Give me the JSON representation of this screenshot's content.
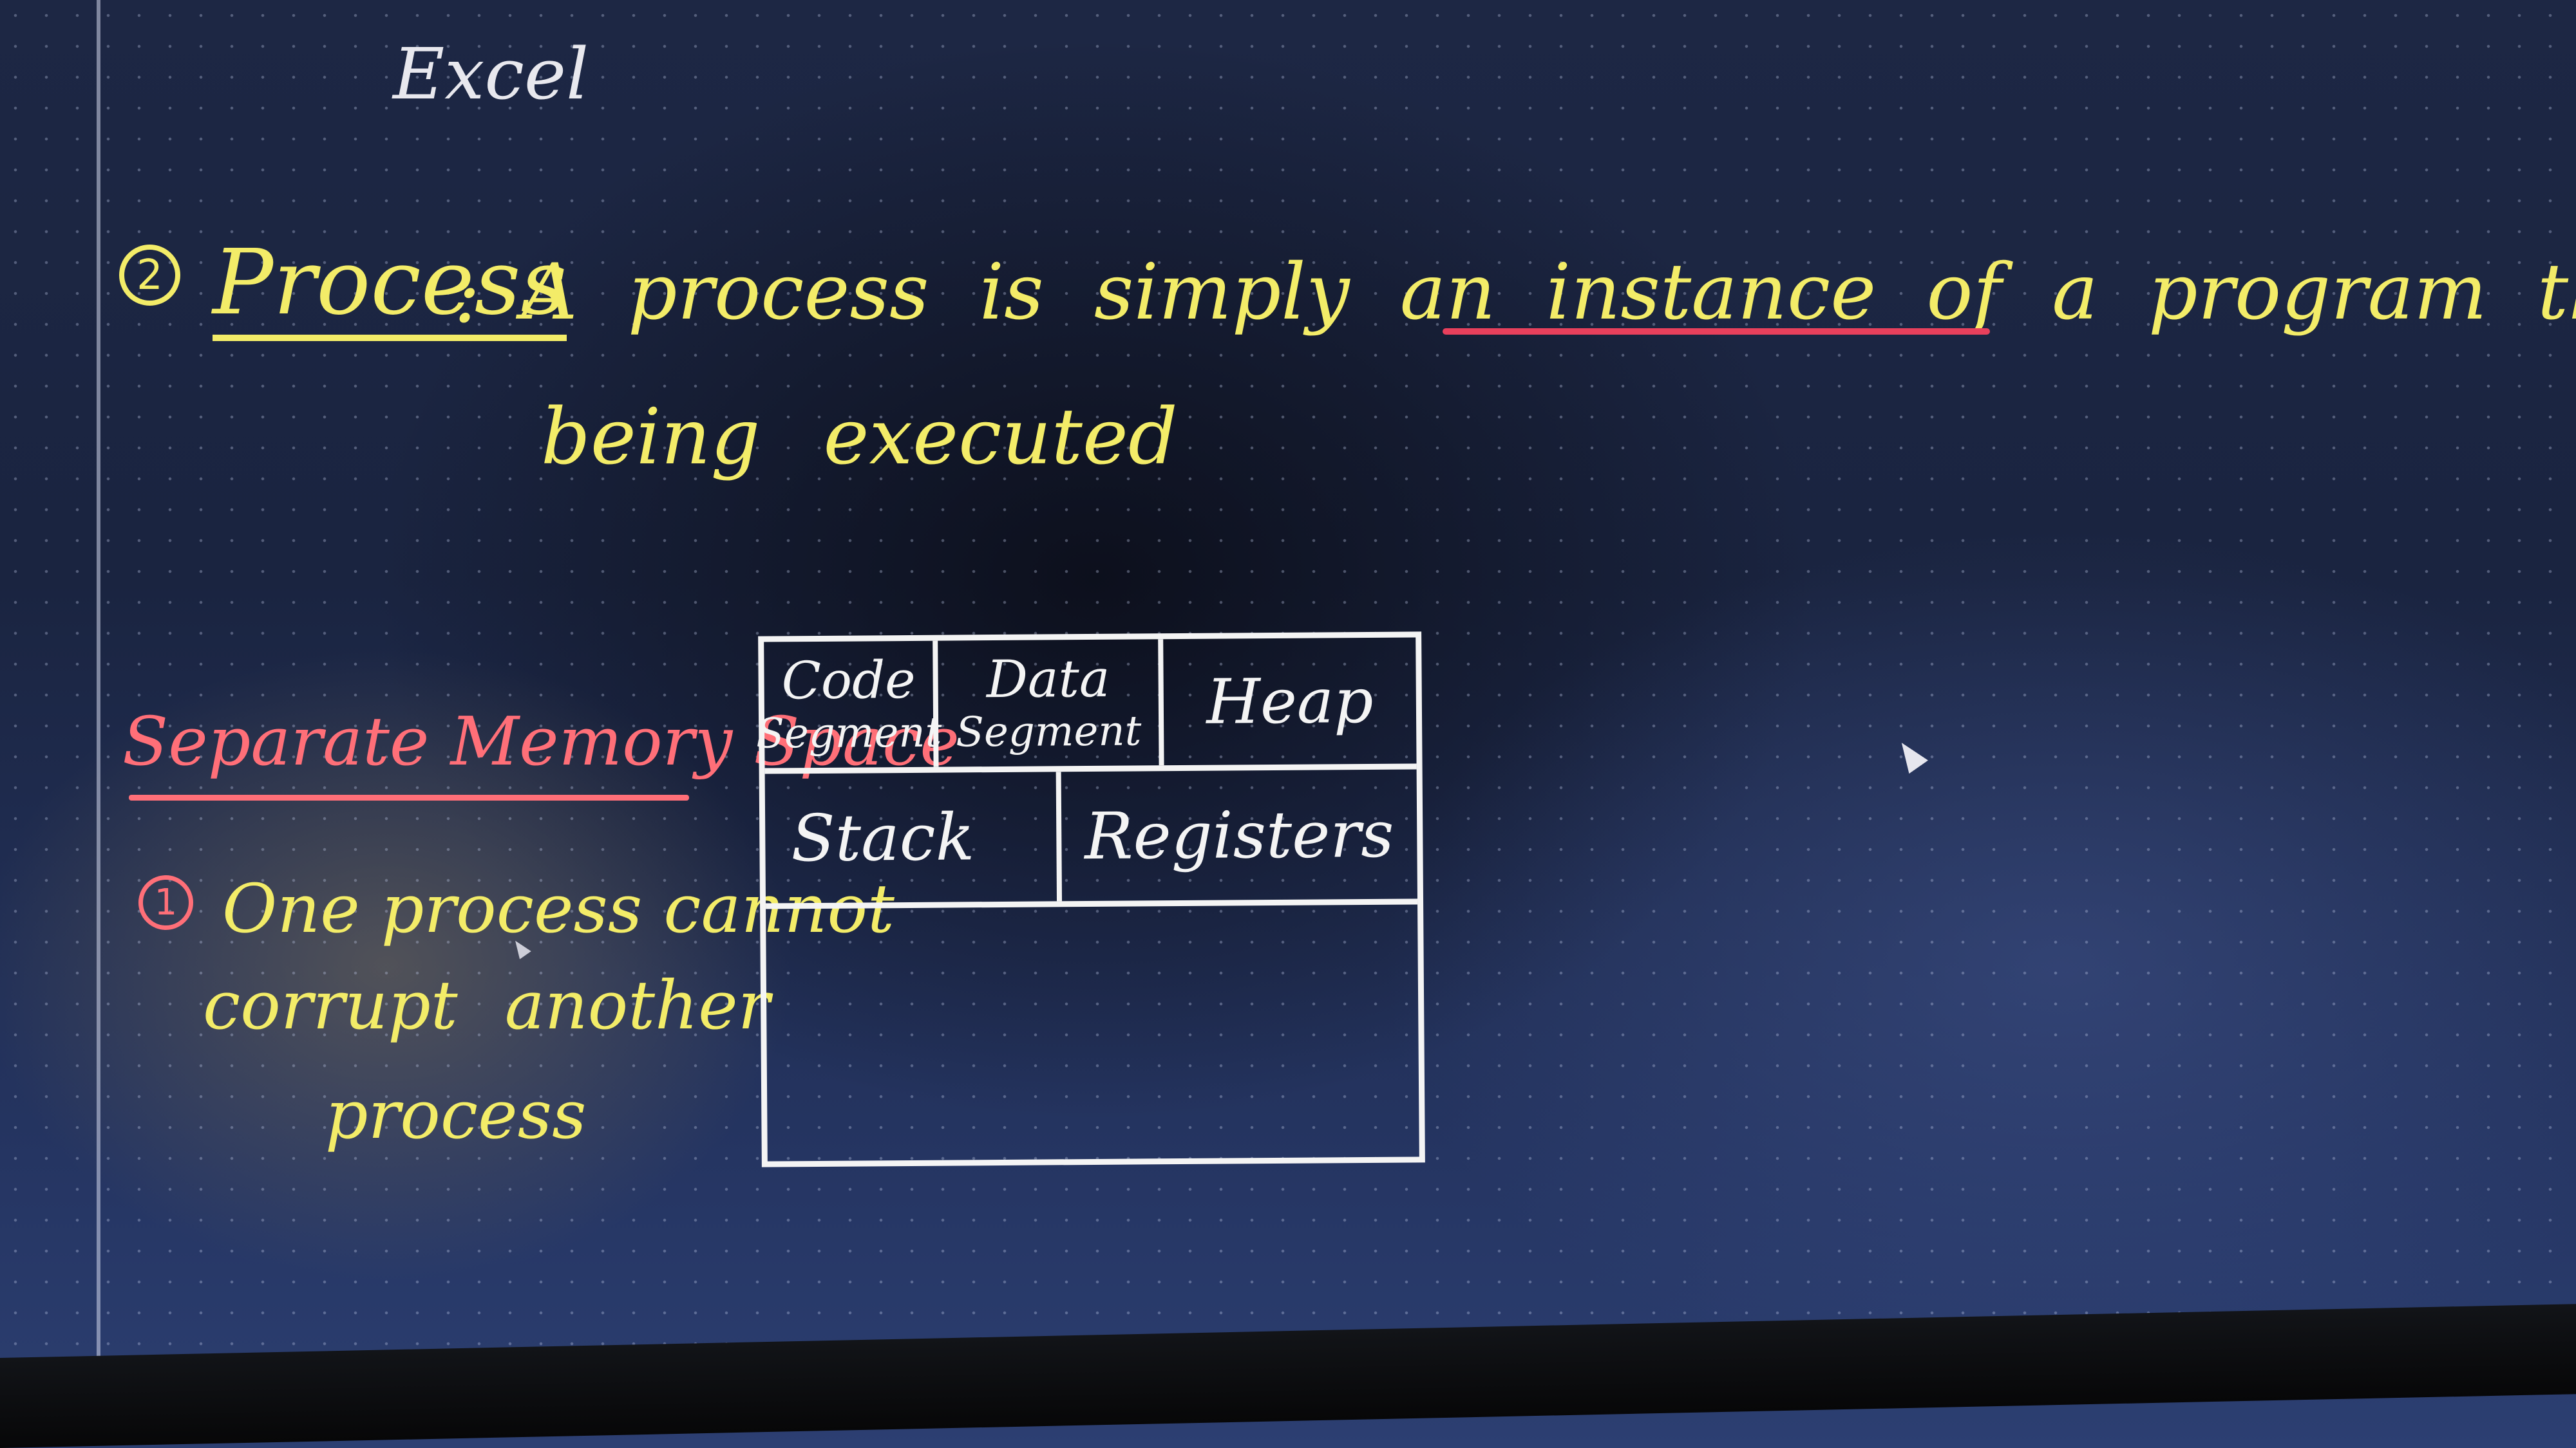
{
  "tab": {
    "title": "Excel"
  },
  "definition": {
    "number": "2",
    "term": "Process",
    "separator": ":",
    "line1": "A process is simply an instance of a program that is",
    "line2": "being executed"
  },
  "side_note": {
    "heading": "Separate Memory Space",
    "point_number": "1",
    "point_line1": "One process cannot",
    "point_line2": "corrupt another",
    "point_line3": "process"
  },
  "memory_diagram": {
    "code_segment_top": "Code",
    "code_segment_bottom": "Segment",
    "data_segment_top": "Data",
    "data_segment_bottom": "Segment",
    "heap": "Heap",
    "stack": "Stack",
    "registers": "Registers"
  },
  "colors": {
    "yellow_ink": "#f3ec68",
    "pink_ink": "#ff6f78",
    "white_ink": "#f4f4f4",
    "underline_red": "#e8405c",
    "canvas": "#1d2744"
  },
  "icons": [
    "mouse-pointer-icon",
    "mouse-pointer-icon"
  ]
}
